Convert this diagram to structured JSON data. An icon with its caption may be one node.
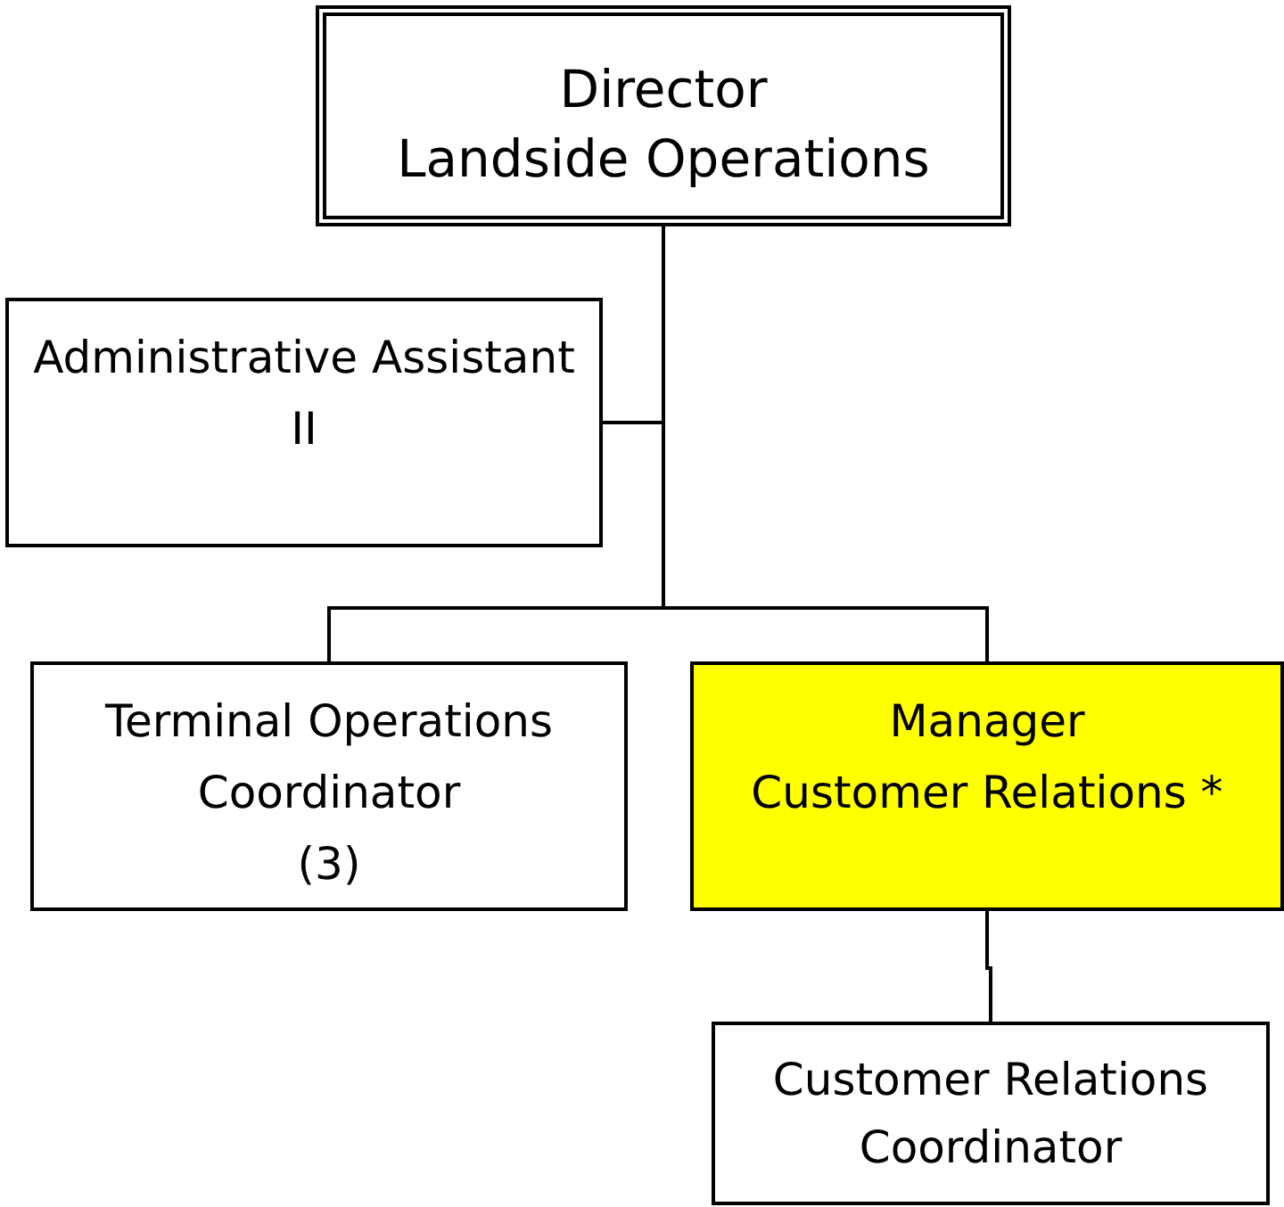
{
  "diagram": {
    "nodes": [
      {
        "text": [
          "Director",
          "Landside Operations"
        ]
      },
      {
        "text": [
          "Administrative Assistant II"
        ]
      },
      {
        "text": [
          "Terminal Operations Coordinator",
          "(3)"
        ]
      },
      {
        "text": [
          "Manager",
          "Customer Relations *"
        ]
      },
      {
        "text": [
          "Customer Relations Coordinator"
        ]
      }
    ],
    "edges": [
      {
        "from": 0,
        "to": 1,
        "arrow": "none"
      },
      {
        "from": 0,
        "to": 2,
        "arrow": "none"
      },
      {
        "from": 0,
        "to": 3,
        "arrow": "none"
      },
      {
        "from": 3,
        "to": 4,
        "arrow": "none"
      }
    ]
  }
}
